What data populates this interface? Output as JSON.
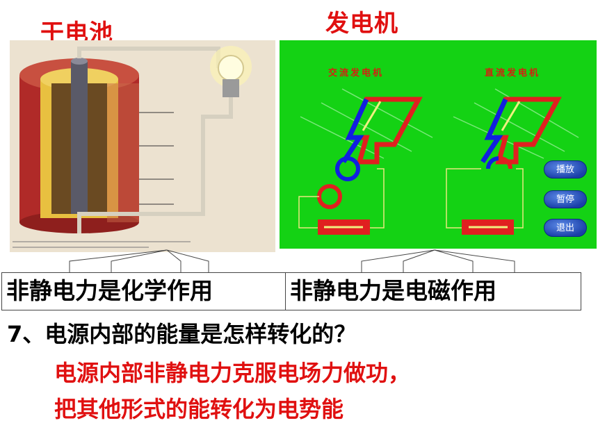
{
  "titles": {
    "battery": "干电池",
    "generator": "发电机"
  },
  "generator_panel": {
    "ac_label": "交流发电机",
    "dc_label": "直流发电机",
    "buttons": {
      "play": "播放",
      "pause": "暂停",
      "exit": "退出"
    }
  },
  "labels": {
    "chemical": "非静电力是化学作用",
    "electromagnetic": "非静电力是电磁作用"
  },
  "question": "7、电源内部的能量是怎样转化的？",
  "answer": {
    "line1": "电源内部非静电力克服电场力做功，",
    "line2": "把其他形式的能转化为电势能"
  },
  "colors": {
    "title_red": "#e01010",
    "generator_bg": "#14d214",
    "button_blue": "#2a56c8"
  }
}
